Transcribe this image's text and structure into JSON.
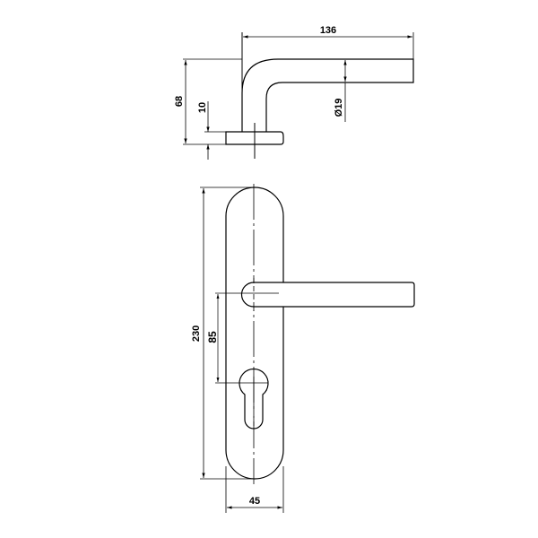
{
  "title": "Door lever handle on long plate with profile cylinder hole",
  "dimensions": {
    "lever_length": "136",
    "height": "68",
    "rose_thickness": "10",
    "lever_diameter": "Ø19",
    "plate_height": "230",
    "center_distance": "85",
    "plate_width": "45"
  },
  "colors": {
    "line": "#000000",
    "background": "#ffffff"
  }
}
